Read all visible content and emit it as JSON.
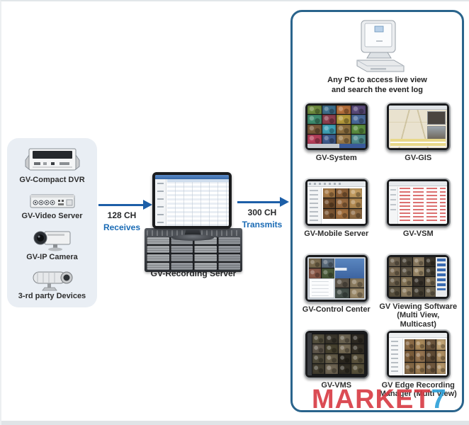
{
  "colors": {
    "panel_bg": "#e9eef4",
    "panel_border": "#2a648c",
    "arrow_blue": "#1d5fa8",
    "link_blue": "#1a6bb5",
    "label_dark": "#2e2e2e",
    "watermark_red": "#d83942",
    "watermark_blue": "#2b9fd8"
  },
  "icons": {
    "compact_dvr": "compact-dvr-icon",
    "video_server": "video-server-icon",
    "ip_camera": "ip-camera-icon",
    "bullet_camera": "bullet-camera-icon",
    "desktop_pc": "desktop-pc-icon"
  },
  "left_panel": {
    "devices": [
      {
        "label": "GV-Compact DVR"
      },
      {
        "label": "GV-Video Server"
      },
      {
        "label": "GV-IP Camera"
      },
      {
        "label": "3-rd party Devices"
      }
    ]
  },
  "flow": {
    "inbound": {
      "channels": "128 CH",
      "direction": "Receives"
    },
    "outbound": {
      "channels": "300 CH",
      "direction": "Transmits"
    },
    "server_label": "GV-Recording Server"
  },
  "right_panel": {
    "caption_line1": "Any PC to access live view",
    "caption_line2": "and search the event log",
    "monitors": [
      {
        "label": "GV-System"
      },
      {
        "label": "GV-GIS"
      },
      {
        "label": "GV-Mobile Server"
      },
      {
        "label": "GV-VSM"
      },
      {
        "label": "GV-Control Center"
      },
      {
        "label": "GV Viewing Software (Multi View, Multicast)"
      },
      {
        "label": "GV-VMS"
      },
      {
        "label": "GV Edge Recording Manager (Multi View)"
      }
    ]
  },
  "watermark": {
    "text_red": "MARKET",
    "text_blue": "7"
  },
  "screen_mosaics": {
    "gv_system": {
      "rows": 4,
      "cols": 4,
      "palette": [
        "#6f8c3f",
        "#3f6f8c",
        "#b5703c",
        "#5a4a7a",
        "#3f8c6f",
        "#8c3f4f",
        "#b59a3c",
        "#4a6a9a",
        "#7a5a3a",
        "#3fa0b5",
        "#8c6f3f",
        "#5a8c3f",
        "#b53f5a",
        "#3f5a8c",
        "#9a7a4a",
        "#4f8c8c"
      ]
    },
    "mobile": {
      "rows": 3,
      "cols": 3,
      "palette": [
        "#a87a46",
        "#8a5e36",
        "#c09a5e",
        "#6e4a2a",
        "#96683e",
        "#b08850",
        "#7a5432",
        "#a06e3e",
        "#8e6a42"
      ]
    },
    "control_tl": {
      "rows": 2,
      "cols": 2,
      "palette": [
        "#7a6a4e",
        "#5a6a7a",
        "#8a5a4a",
        "#4a5a3a"
      ]
    },
    "control_br": {
      "rows": 2,
      "cols": 2,
      "palette": [
        "#5e564a",
        "#8a7a5e",
        "#46504a",
        "#9a8868"
      ]
    },
    "multiview": {
      "rows": 4,
      "cols": 4,
      "palette": [
        "#6e6250",
        "#4a4438",
        "#8a7a60",
        "#3a342a",
        "#7a6a52",
        "#5e5646",
        "#9a8868",
        "#464034",
        "#6a5e4a",
        "#847456",
        "#38322a",
        "#766850",
        "#58503e",
        "#8e7e62",
        "#443e32",
        "#6e6450"
      ]
    },
    "vms": {
      "rows": 4,
      "cols": 4,
      "palette": [
        "#55503e",
        "#3a362c",
        "#6a6250",
        "#2e2a22",
        "#5e564a",
        "#47422f",
        "#756a54",
        "#353026",
        "#4f4a3a",
        "#645c48",
        "#2a261e",
        "#5a523c",
        "#433e30",
        "#6e6452",
        "#322e24",
        "#57503a"
      ]
    },
    "edge": {
      "rows": 3,
      "cols": 4,
      "palette": [
        "#8a6a46",
        "#a8885a",
        "#6a543c",
        "#bfa274",
        "#7a5c3a",
        "#957450",
        "#5e4a34",
        "#ab8c60",
        "#846846",
        "#9c7c52",
        "#70583e",
        "#b29468"
      ]
    },
    "rack": {
      "rows": 4,
      "cols": 4,
      "palette": [
        "#a4a8ac",
        "#90949a"
      ]
    }
  }
}
